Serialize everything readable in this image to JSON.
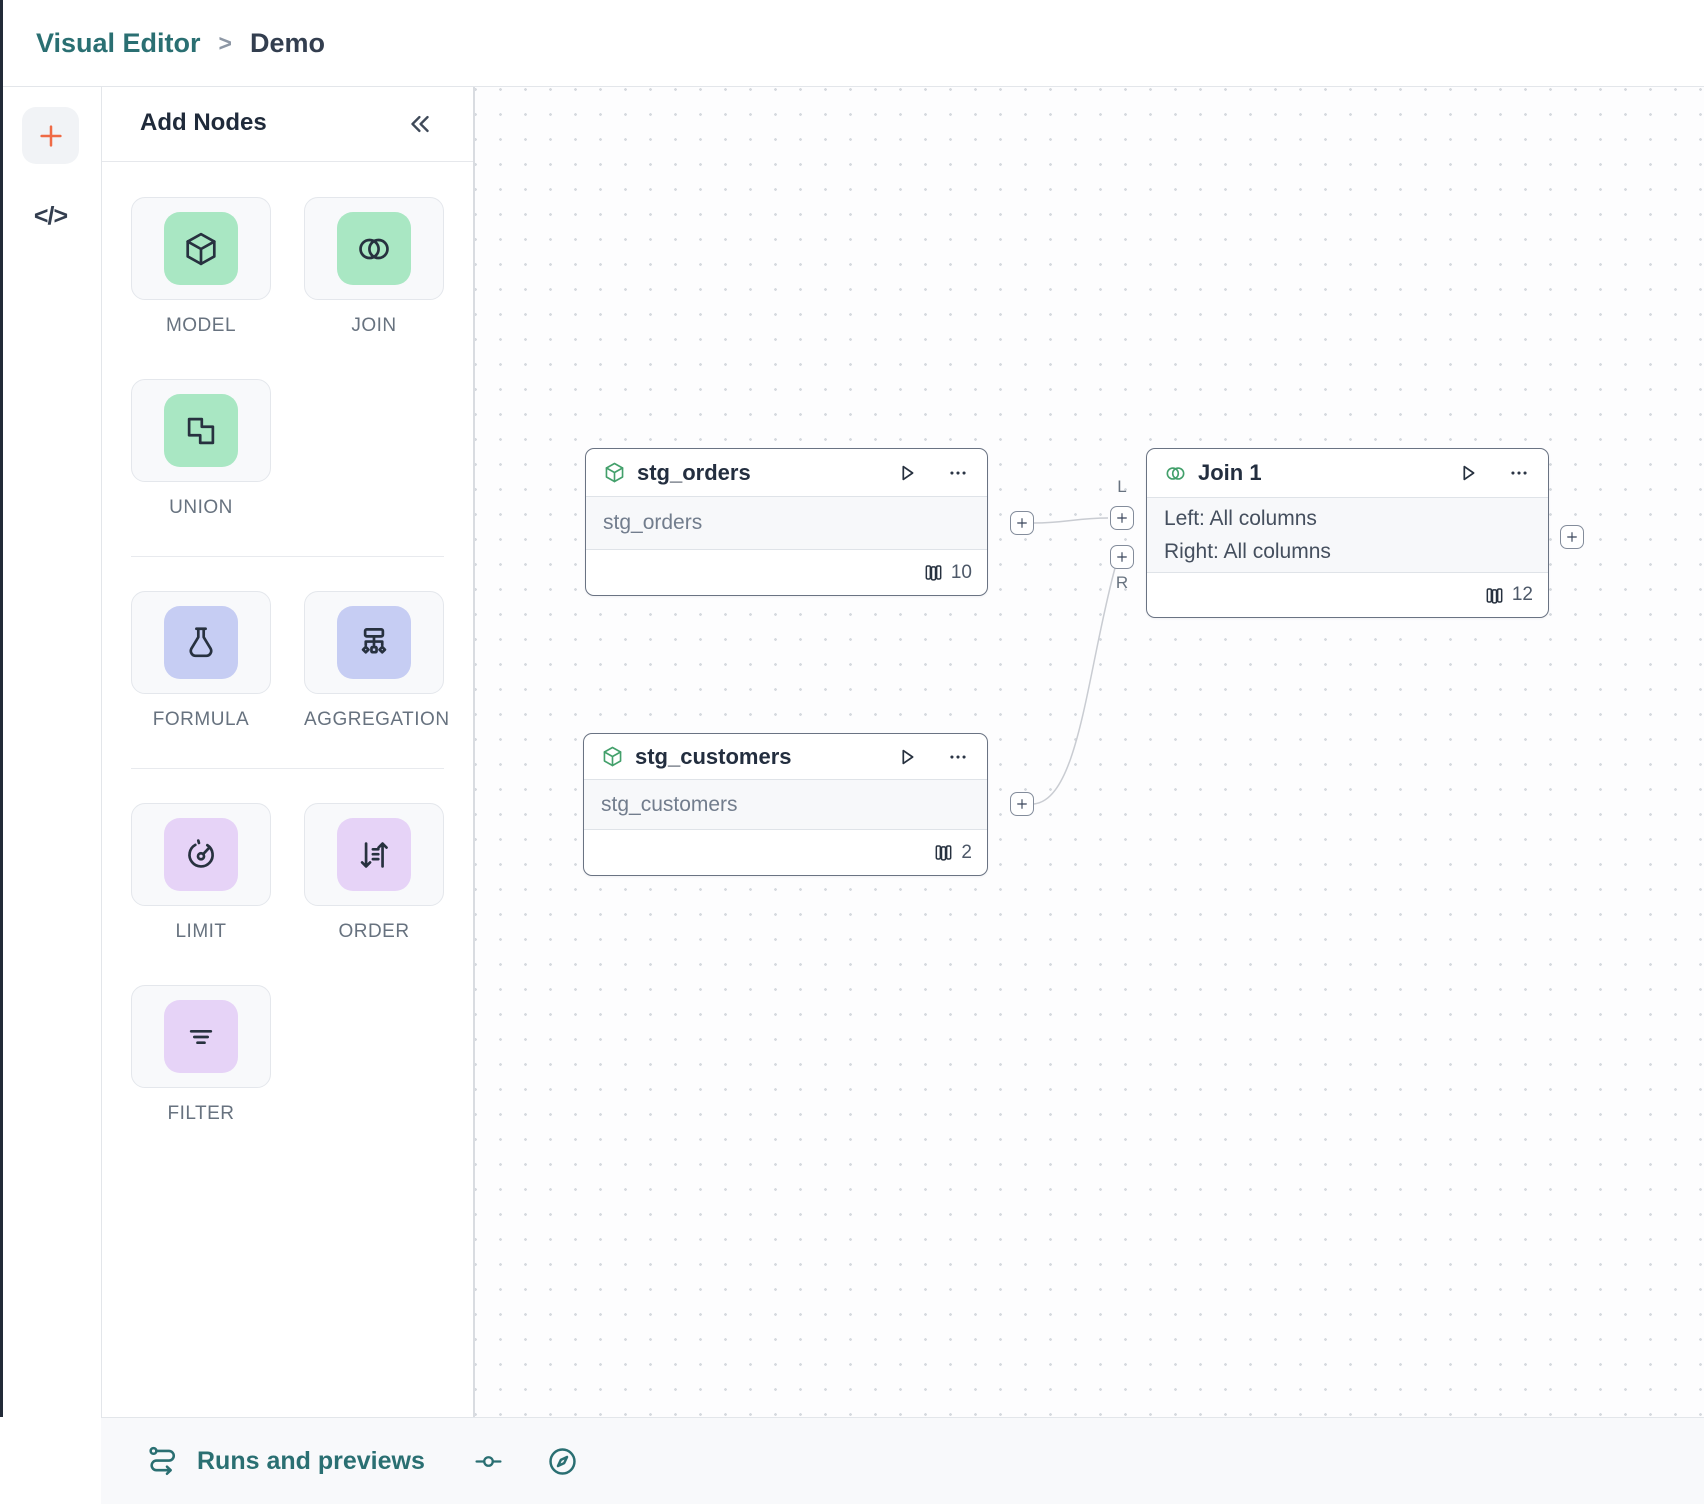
{
  "colors": {
    "teal": "#2a6f72",
    "orange": "#ef6a45",
    "green_tile": "#a9e7c3",
    "indigo_tile": "#c6cdf3",
    "purple_tile": "#e6d3f7",
    "node_border": "#6a7383",
    "edge": "#c9ccd2"
  },
  "breadcrumb": {
    "section": "Visual Editor",
    "separator": ">",
    "page": "Demo"
  },
  "rail": {
    "code_icon": "</>"
  },
  "panel": {
    "title": "Add Nodes",
    "groups": [
      {
        "items": [
          {
            "label": "MODEL"
          },
          {
            "label": "JOIN"
          },
          {
            "label": "UNION"
          }
        ]
      },
      {
        "items": [
          {
            "label": "FORMULA"
          },
          {
            "label": "AGGREGATION"
          }
        ]
      },
      {
        "items": [
          {
            "label": "LIMIT"
          },
          {
            "label": "ORDER"
          },
          {
            "label": "FILTER"
          }
        ]
      }
    ]
  },
  "canvas": {
    "nodes": [
      {
        "title": "stg_orders",
        "subtitle": "stg_orders",
        "columns": "10"
      },
      {
        "title": "stg_customers",
        "subtitle": "stg_customers",
        "columns": "2"
      },
      {
        "title": "Join 1",
        "left_line": "Left: All columns",
        "right_line": "Right: All columns",
        "columns": "12"
      }
    ],
    "handle_labels": {
      "left": "L",
      "right": "R"
    }
  },
  "statusbar": {
    "runs_label": "Runs and previews"
  }
}
